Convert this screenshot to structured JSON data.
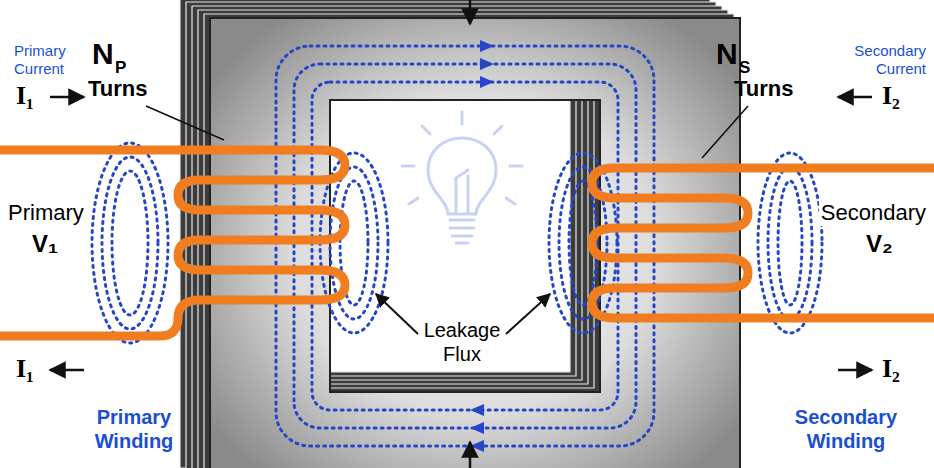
{
  "diagram": {
    "labels": [
      "Primary Current",
      "N",
      "P",
      "Turns",
      "N",
      "S",
      "Turns",
      "Secondary Current",
      "I₁",
      "I₁",
      "I₂",
      "I₂",
      "Primary",
      "V₁",
      "Secondary",
      "V₂",
      "Leakage Flux",
      "Primary Winding",
      "Secondary Winding"
    ]
  }
}
